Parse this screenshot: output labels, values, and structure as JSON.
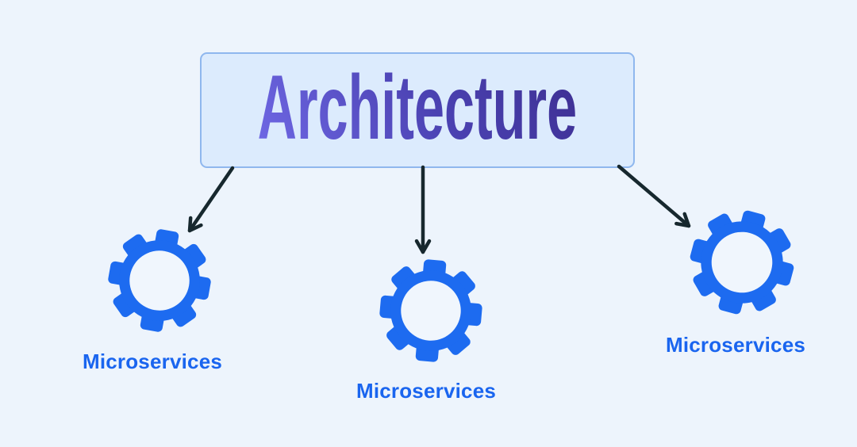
{
  "page": {
    "background_color": "#edf4fc"
  },
  "header": {
    "title": "Architecture",
    "box_fill": "#dcebfd",
    "box_border": "#8fb7ee",
    "title_gradient_start": "#7069e6",
    "title_gradient_end": "#3d2f92"
  },
  "nodes": [
    {
      "label": "Microservices",
      "icon": "gear-icon"
    },
    {
      "label": "Microservices",
      "icon": "gear-icon"
    },
    {
      "label": "Microservices",
      "icon": "gear-icon"
    }
  ],
  "edges": [
    {
      "from": "architecture-box",
      "to": "microservices-left"
    },
    {
      "from": "architecture-box",
      "to": "microservices-middle"
    },
    {
      "from": "architecture-box",
      "to": "microservices-right"
    }
  ],
  "colors": {
    "gear_blue": "#1d6bf0",
    "label_blue": "#1a65ef",
    "arrow_dark": "#17282e"
  }
}
